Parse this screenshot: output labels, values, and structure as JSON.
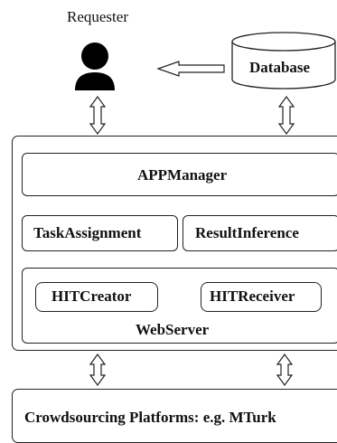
{
  "requester": {
    "label": "Requester",
    "icon": "person-icon"
  },
  "database": {
    "label": "Database",
    "icon": "database-cylinder-icon"
  },
  "system": {
    "app_manager": "APPManager",
    "task_assignment": "TaskAssignment",
    "result_inference": "ResultInference",
    "web_server": {
      "label": "WebServer",
      "hit_creator": "HITCreator",
      "hit_receiver": "HITReceiver"
    }
  },
  "platform": {
    "label": "Crowdsourcing Platforms: e.g. MTurk"
  }
}
